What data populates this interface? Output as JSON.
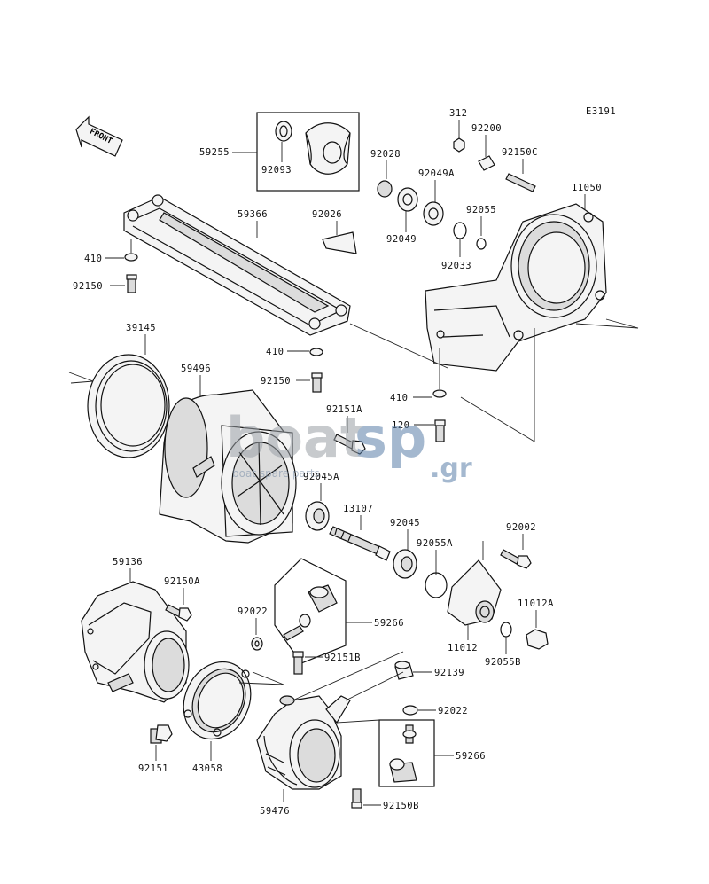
{
  "diagram_code": "E3191",
  "front_label": "FRONT",
  "watermark": {
    "main_a": "boat",
    "main_b": "sp",
    "suffix": ".gr",
    "tagline": "boat spare parts"
  },
  "labels": {
    "p59255": "59255",
    "p92093": "92093",
    "p312": "312",
    "p92200": "92200",
    "p92150C": "92150C",
    "p92028": "92028",
    "p92049A": "92049A",
    "p11050": "11050",
    "p59366": "59366",
    "p92026": "92026",
    "p92055": "92055",
    "p92049": "92049",
    "p92033": "92033",
    "p410a": "410",
    "p92150a": "92150",
    "p39145": "39145",
    "p410b": "410",
    "p59496": "59496",
    "p92150b": "92150",
    "p410c": "410",
    "p92151A": "92151A",
    "p120": "120",
    "p92045A": "92045A",
    "p13107": "13107",
    "p92045": "92045",
    "p92002": "92002",
    "p92055A": "92055A",
    "p59136": "59136",
    "p92150A": "92150A",
    "p11012A": "11012A",
    "p92022a": "92022",
    "p59266a": "59266",
    "p11012": "11012",
    "p92055B": "92055B",
    "p92151B": "92151B",
    "p92139": "92139",
    "p92022b": "92022",
    "p59266b": "59266",
    "p92151": "92151",
    "p43058": "43058",
    "p59476": "59476",
    "p92150B": "92150B"
  }
}
